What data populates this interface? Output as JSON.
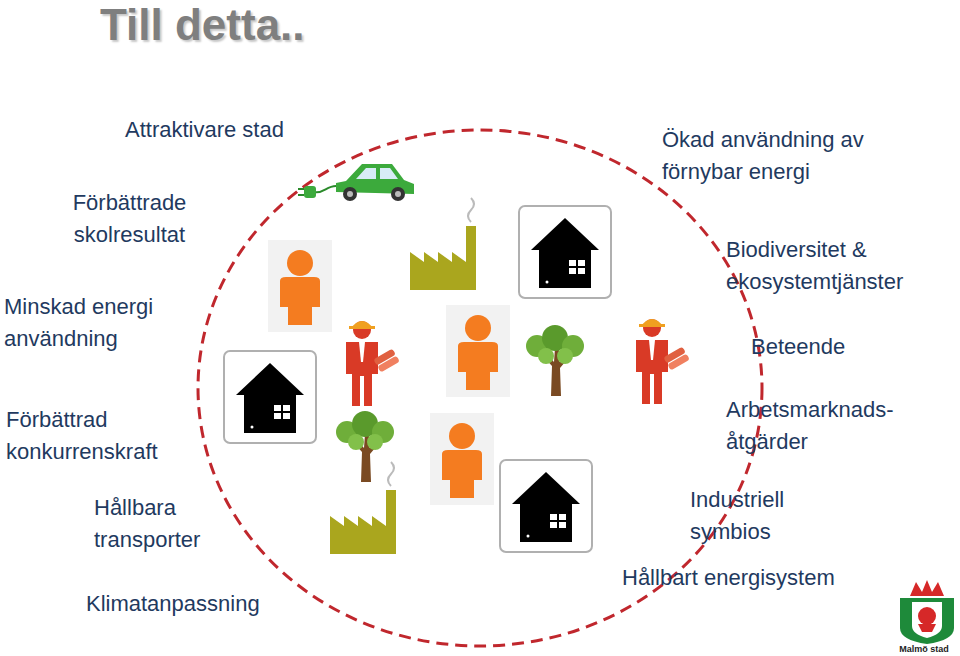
{
  "diagram": {
    "title": "Till detta..",
    "labels": [
      "Attraktivare stad",
      "Förbättrade skolresultat",
      "Minskad energi användning",
      "Förbättrad konkurrenskraft",
      "Hållbara transporter",
      "Klimatanpassning",
      "Ökad användning av förnybar energi",
      "Biodiversitet & ekosystemtjänster",
      "Beteende",
      "Arbetsmarknads- åtgärder",
      "Industriell symbios",
      "Hållbart energisystem",
      "Malmö stad"
    ]
  }
}
